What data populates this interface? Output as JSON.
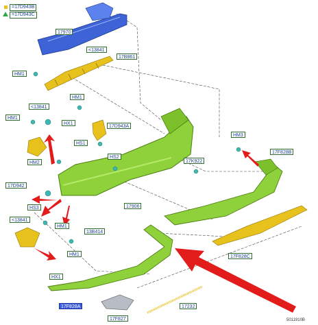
{
  "legend": [
    {
      "symbol": "square",
      "color": "#e8c21c",
      "code": "=17D943B"
    },
    {
      "symbol": "triangle",
      "color": "#2fa84a",
      "code": "=17D943C"
    }
  ],
  "labels": {
    "p17970": "17970",
    "p13841_a": "<13841",
    "p17B861": "17B861",
    "hm1_a": "HM1",
    "hm1_b": "HM1",
    "hm1_c": "HM1",
    "hm1_d": "HM1",
    "hm1_e": "HM1",
    "p13841_b": "<13841",
    "hx1_a": "HX1",
    "hx1_b": "HX1",
    "p17D943A": "17D943A",
    "hs1": "HS1",
    "hs2": "HS2",
    "hs3": "HS3",
    "hm2": "HM2",
    "hm3": "HM3",
    "p17K922": "17K922",
    "p17D942": "17D942",
    "p17906": "17906",
    "p17F828B": "17F828B",
    "p13841_c": "<13841",
    "p13B414": "13B414",
    "p17F828C": "17F828C",
    "p17F828A": "17F828A",
    "p17F827": "17F827",
    "p17232": "17232"
  },
  "footer": {
    "ref": "5011910B"
  },
  "colors": {
    "bumper": "#8fd13a",
    "bracket": "#e8c21c",
    "reinforcement": "#3d63d6",
    "clip": "#3fb7b0",
    "arrow": "#e21b1b"
  }
}
